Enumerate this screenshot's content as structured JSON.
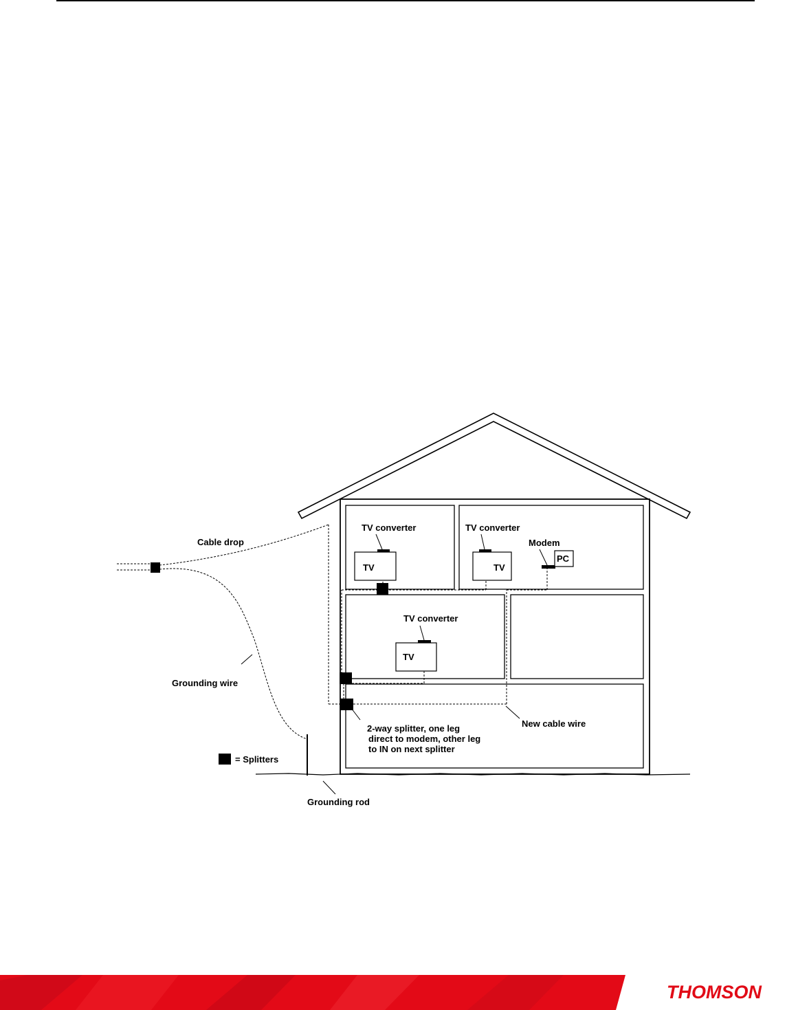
{
  "diagram": {
    "labels": {
      "cable_drop": "Cable drop",
      "grounding_wire": "Grounding wire",
      "splitters_legend": "= Splitters",
      "grounding_rod": "Grounding rod",
      "tv_converter_1": "TV converter",
      "tv_converter_2": "TV converter",
      "tv_converter_3": "TV converter",
      "modem": "Modem",
      "pc": "PC",
      "tv_1": "TV",
      "tv_2": "TV",
      "tv_3": "TV",
      "new_cable_wire": "New cable wire",
      "splitter_note_line1": "2-way splitter, one leg",
      "splitter_note_line2": "direct to modem, other leg",
      "splitter_note_line3": "to IN on next splitter"
    }
  },
  "footer": {
    "brand": "THOMSON",
    "band_color": "#e30a17",
    "logo_color": "#e10a16"
  }
}
